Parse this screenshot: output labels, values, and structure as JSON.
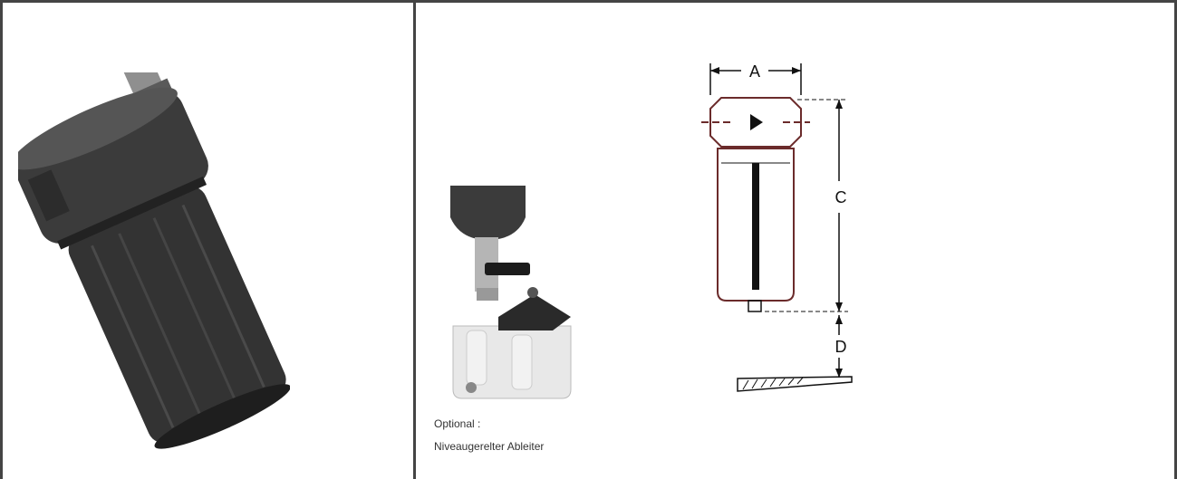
{
  "drawing": {
    "label_a": "A",
    "label_c": "C",
    "label_d": "D"
  },
  "captions": {
    "line1": "Optional :",
    "line2": "Niveaugerelter Ableiter"
  }
}
